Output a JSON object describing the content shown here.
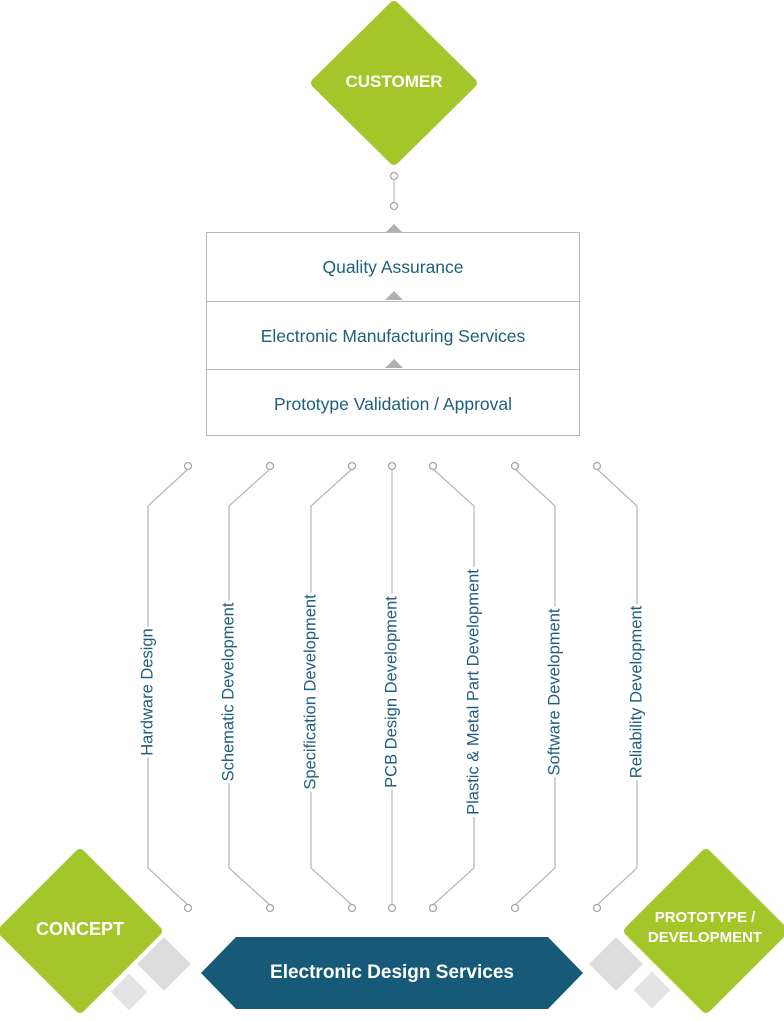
{
  "diamonds": {
    "customer": "CUSTOMER",
    "concept": "CONCEPT",
    "prototype": "PROTOTYPE / DEVELOPMENT"
  },
  "stack": [
    "Quality Assurance",
    "Electronic Manufacturing Services",
    "Prototype Validation / Approval"
  ],
  "services": [
    "Hardware Design",
    "Schematic Development",
    "Specification Development",
    "PCB Design Development",
    "Plastic & Metal Part Development",
    "Software Development",
    "Reliability Development"
  ],
  "banner": "Electronic Design Services",
  "colors": {
    "green": "#a3c62a",
    "teal": "#175a77",
    "text": "#1f5f7c",
    "line": "#b5b5b5",
    "grey": "#dcdcdc"
  }
}
